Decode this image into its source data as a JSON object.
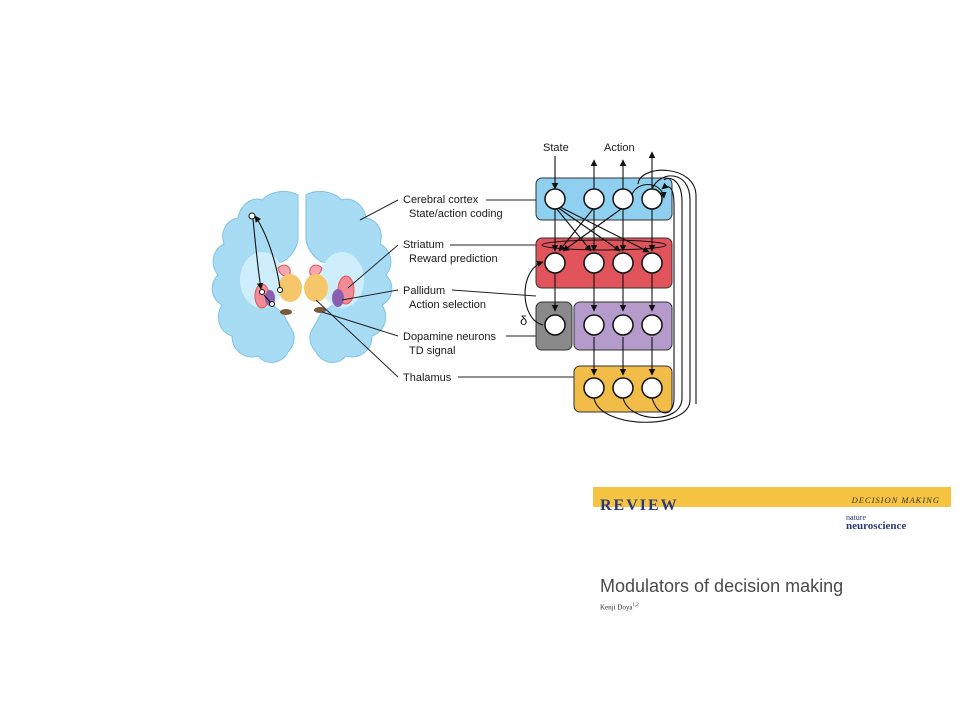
{
  "diagram": {
    "brain_labels": [
      {
        "title": "Cerebral cortex",
        "sub": "State/action coding"
      },
      {
        "title": "Striatum",
        "sub": "Reward prediction"
      },
      {
        "title": "Pallidum",
        "sub": "Action selection"
      },
      {
        "title": "Dopamine neurons",
        "sub": "TD signal"
      },
      {
        "title": "Thalamus",
        "sub": ""
      }
    ],
    "network": {
      "state_label": "State",
      "action_label": "Action",
      "delta_symbol": "δ"
    },
    "colors": {
      "cortex": "#8fd0f0",
      "striatum": "#e2545c",
      "pallidum": "#b59bcc",
      "dopamine": "#8a8a8a",
      "thalamus": "#f2bc48",
      "brain": "#a8dcf5"
    }
  },
  "paper": {
    "banner_word": "REVIEW",
    "section": "DECISION MAKING",
    "journal_line1": "nature",
    "journal_line2": "neuroscience",
    "title": "Modulators of decision making",
    "author": "Kenji Doya",
    "author_affil": "1,2"
  }
}
